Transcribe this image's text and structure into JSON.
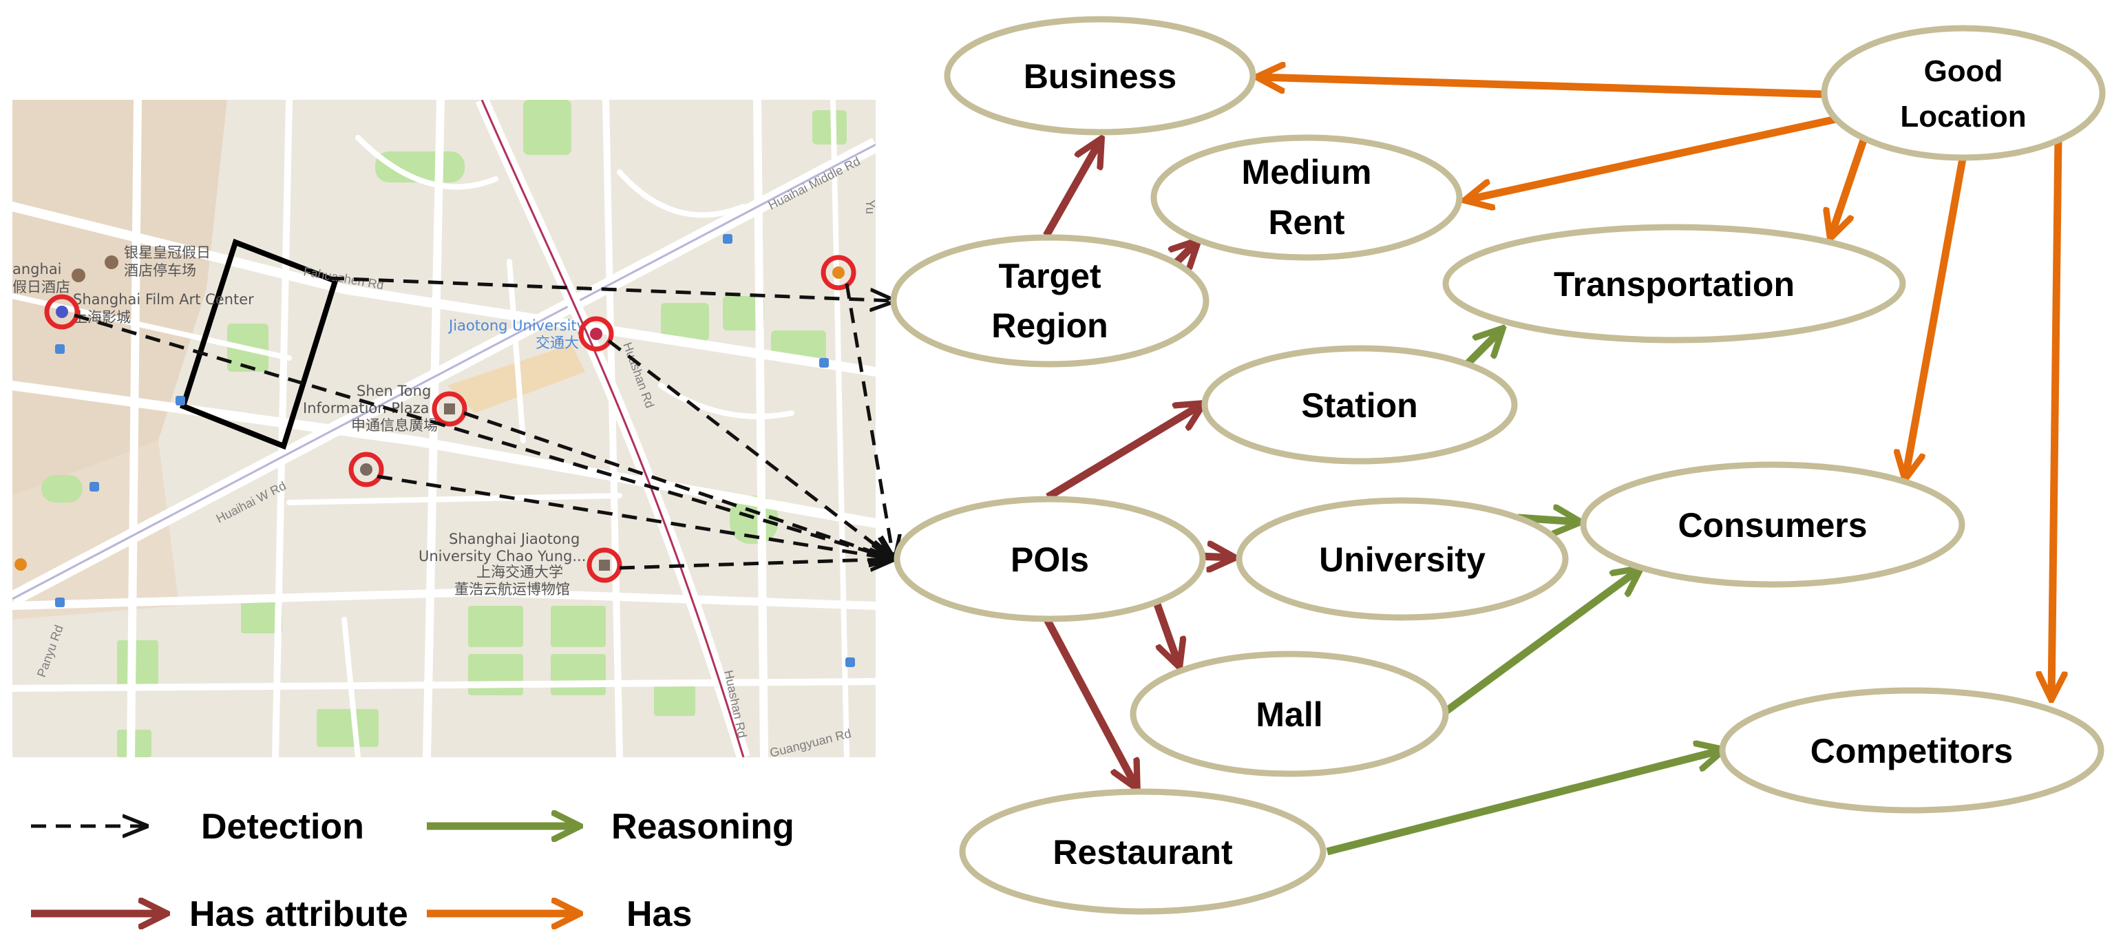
{
  "colors": {
    "detection": "#111111",
    "reasoning": "#76933c",
    "has_attribute": "#953735",
    "has": "#e46c0a",
    "node_stroke": "#c4bd97",
    "map_bg": "#ece7dd",
    "map_water_park": "#bfe3a3",
    "poi_marker": "#e3262a"
  },
  "map": {
    "road_labels": [
      "Huaihai Middle Rd",
      "Huaihai W Rd",
      "Huashan Rd",
      "Huashan Rd",
      "Panyu Rd",
      "Guangyuan Rd",
      "Fahuazhen Rd",
      "Yu"
    ],
    "poi_labels": [
      "Shanghai Film Art Center",
      "上海影城",
      "银星皇冠假日",
      "酒店停车场",
      "Jiaotong University",
      "交通大",
      "Shen Tong",
      "Information Plaza",
      "申通信息廣場",
      "Shanghai Jiaotong",
      "University Chao Yung...",
      "上海交通大学",
      "董浩云航运博物馆",
      "anghai",
      "假日酒店"
    ]
  },
  "nodes": {
    "business": "Business",
    "good_location_line1": "Good",
    "good_location_line2": "Location",
    "medium_rent_line1": "Medium",
    "medium_rent_line2": "Rent",
    "target_region_line1": "Target",
    "target_region_line2": "Region",
    "transportation": "Transportation",
    "station": "Station",
    "pois": "POIs",
    "university": "University",
    "consumers": "Consumers",
    "mall": "Mall",
    "competitors": "Competitors",
    "restaurant": "Restaurant"
  },
  "legend": {
    "detection": "Detection",
    "reasoning": "Reasoning",
    "has_attribute": "Has attribute",
    "has": "Has"
  }
}
